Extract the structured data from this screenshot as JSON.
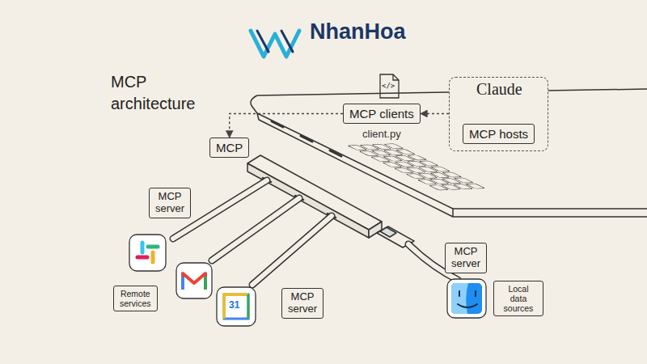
{
  "diagram": {
    "title": "MCP architecture",
    "nodes": [
      {
        "text": [
          "MCP clients",
          "client.py"
        ]
      },
      {
        "text": [
          "Claude"
        ]
      },
      {
        "text": [
          "MCP hosts"
        ],
        "in": 1
      },
      {
        "text": [
          "MCP"
        ]
      },
      {
        "text": [
          "MCP server"
        ]
      },
      {
        "text": [
          "Remote services"
        ]
      },
      {
        "text": [
          "MCP server"
        ]
      },
      {
        "text": [
          "MCP server"
        ]
      },
      {
        "text": [
          "Local data sources"
        ]
      }
    ],
    "edges": [
      {
        "from": 0,
        "to": 3,
        "arrow": "to"
      },
      {
        "from": 1,
        "to": 0,
        "arrow": "to"
      }
    ],
    "labels": [
      "NhanHoa",
      "</>",
      "31"
    ]
  }
}
